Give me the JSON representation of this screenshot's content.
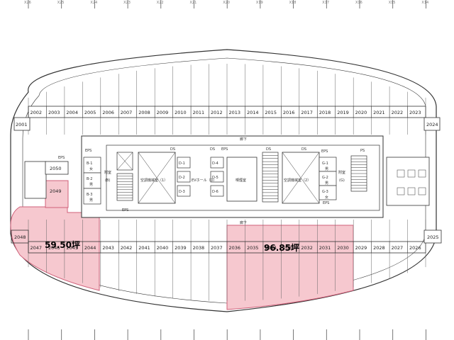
{
  "column_labels": [
    "X26",
    "X25",
    "X24",
    "X23",
    "X22",
    "X21",
    "X20",
    "X19",
    "X18",
    "X17",
    "X16",
    "X15",
    "X14"
  ],
  "top_rooms": [
    "2002",
    "2003",
    "2004",
    "2005",
    "2006",
    "2007",
    "2008",
    "2009",
    "2010",
    "2011",
    "2012",
    "2013",
    "2014",
    "2015",
    "2016",
    "2017",
    "2018",
    "2019",
    "2020",
    "2021",
    "2022",
    "2023"
  ],
  "bottom_rooms": [
    "2047",
    "2046",
    "2045",
    "2044",
    "2043",
    "2042",
    "2041",
    "2040",
    "2039",
    "2038",
    "2037",
    "2036",
    "2035",
    "2034",
    "2033",
    "2032",
    "2031",
    "2030",
    "2029",
    "2028",
    "2027",
    "2026"
  ],
  "end_rooms": {
    "left_top": "2001",
    "right_top": "2024",
    "left_bottom": "2048",
    "right_bottom": "2025",
    "left_core_upper": "2050",
    "left_core_lower": "2049"
  },
  "available_spaces": [
    {
      "label": "59.50坪"
    },
    {
      "label": "96.85坪"
    }
  ],
  "core_labels": {
    "eps": "EPS",
    "ds": "DS",
    "ps": "PS",
    "corridor": "廊下",
    "b1": "B-1",
    "b2": "B-2",
    "b3": "B-3",
    "g1": "G-1",
    "g2": "G-2",
    "g3": "G-3",
    "d1": "D-1",
    "d2": "D-2",
    "d3": "D-3",
    "d4": "D-4",
    "d5": "D-5",
    "d6": "D-6",
    "men_b": "男",
    "women": "女",
    "ac_room_1": "空調機械室（1）",
    "ac_room_2": "空調機械室（2）",
    "ev_hall": "EVホール（D）",
    "smoking": "喫煙室",
    "b_label": "(B)",
    "g_label": "(G)",
    "misc_room": "附室"
  },
  "colors": {
    "highlight_fill": "#f6c8cf",
    "highlight_stroke": "#d0607a",
    "line": "#333333"
  }
}
